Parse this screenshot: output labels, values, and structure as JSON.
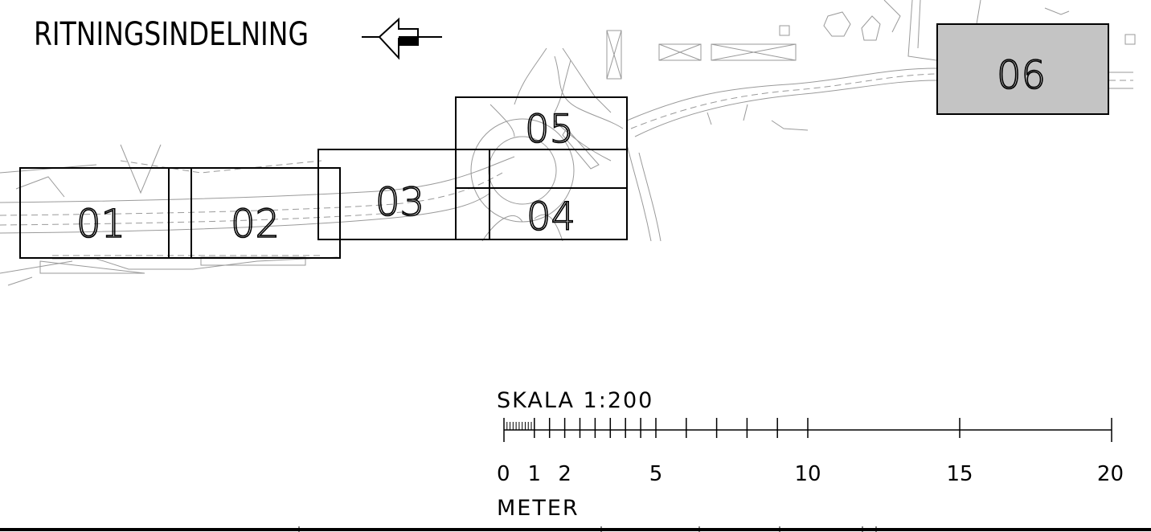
{
  "title": "RITNINGSINDELNING",
  "sheets": [
    {
      "id": "sheet-01",
      "label": "01",
      "active": false
    },
    {
      "id": "sheet-02",
      "label": "02",
      "active": false
    },
    {
      "id": "sheet-03",
      "label": "03",
      "active": false
    },
    {
      "id": "sheet-04",
      "label": "04",
      "active": false
    },
    {
      "id": "sheet-05",
      "label": "05",
      "active": false
    },
    {
      "id": "sheet-06",
      "label": "06",
      "active": true
    }
  ],
  "scale_bar": {
    "title": "SKALA 1:200",
    "unit": "METER",
    "tick_labels": [
      "0",
      "1",
      "2",
      "5",
      "10",
      "15",
      "20"
    ],
    "minor_ticks": [
      0,
      1,
      1.5,
      2,
      2.5,
      3,
      3.5,
      4,
      4.5,
      5,
      6,
      7,
      8,
      9,
      10,
      15,
      20
    ],
    "max_value": 20
  },
  "colors": {
    "active_sheet_fill": "#c4c4c4",
    "line": "#000000",
    "background_drawing": "#9a9a9a"
  }
}
